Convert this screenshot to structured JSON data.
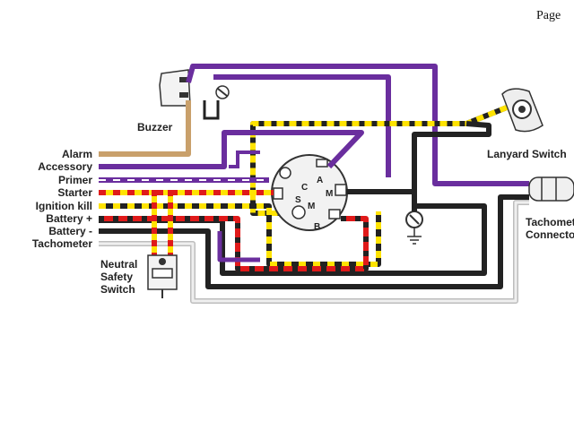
{
  "page": {
    "header": "Page"
  },
  "labels": {
    "buzzer": "Buzzer",
    "lanyard_switch": "Lanyard Switch",
    "tachometer_connector_1": "Tachometer",
    "tachometer_connector_2": "Connector",
    "neutral_1": "Neutral",
    "neutral_2": "Safety",
    "neutral_3": "Switch"
  },
  "harness_wires": [
    {
      "label": "Alarm",
      "color": "#c9a06b",
      "stripe": ""
    },
    {
      "label": "Accessory",
      "color": "#6a2e9e",
      "stripe": ""
    },
    {
      "label": "Primer",
      "color": "#6a2e9e",
      "stripe": "#ffffff"
    },
    {
      "label": "Starter",
      "color": "#ffe300",
      "stripe": "#e01a1a"
    },
    {
      "label": "Ignition kill",
      "color": "#222222",
      "stripe": "#ffe300"
    },
    {
      "label": "Battery +",
      "color": "#e01a1a",
      "stripe": ""
    },
    {
      "label": "Battery -",
      "color": "#222222",
      "stripe": ""
    },
    {
      "label": "Tachometer",
      "color": "#d8d8d8",
      "stripe": ""
    }
  ],
  "key_switch_terminals": [
    "C",
    "A",
    "S",
    "M",
    "M",
    "B"
  ],
  "colors": {
    "purple": "#6a2e9e",
    "yellow": "#ffe300",
    "red": "#e01a1a",
    "black": "#222222",
    "tan": "#c9a06b",
    "gray": "#d8d8d8"
  }
}
